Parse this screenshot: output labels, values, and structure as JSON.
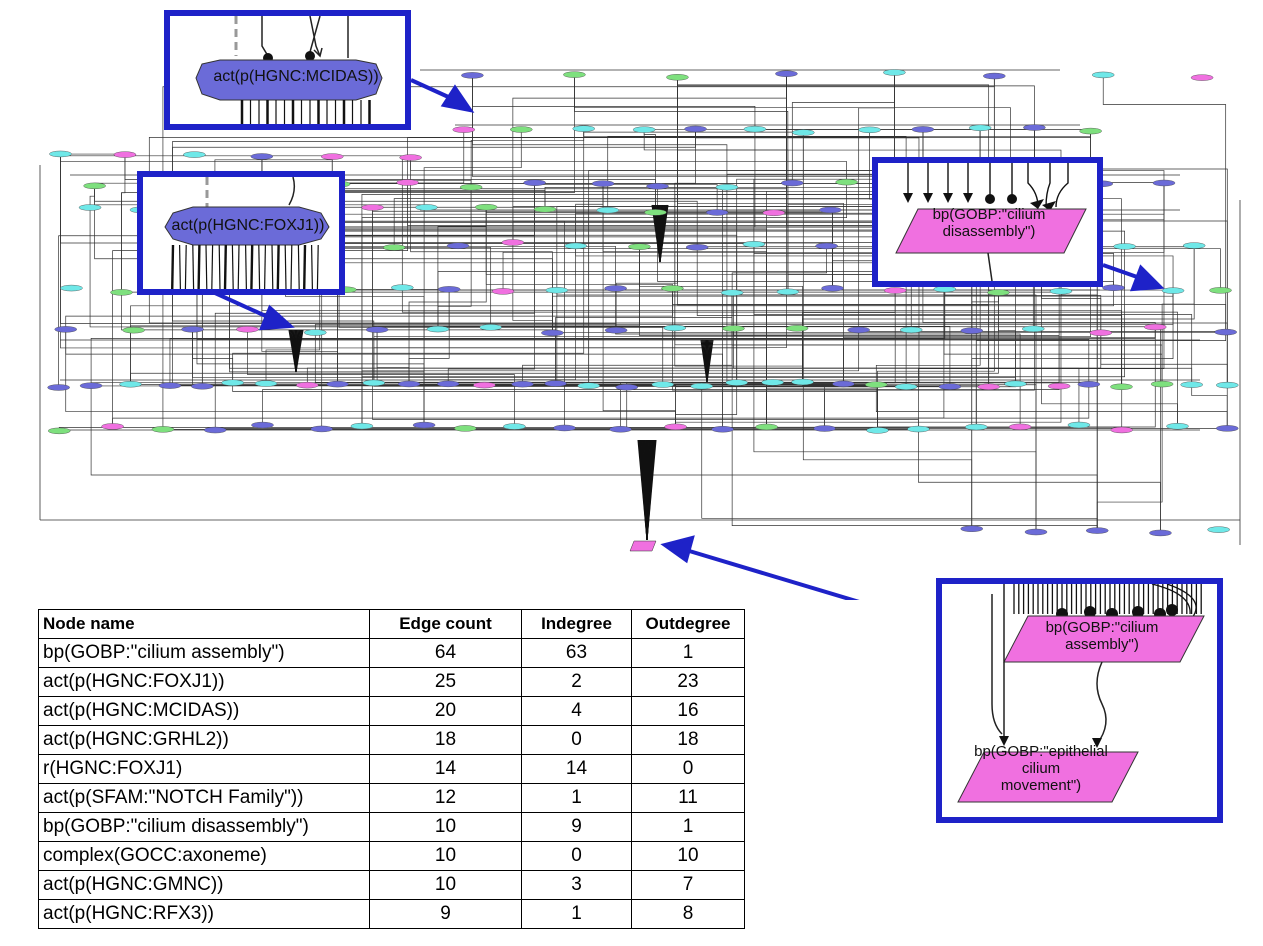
{
  "network": {
    "colors": {
      "protein": "#6b6bd8",
      "rna": "#6fe8e8",
      "complex": "#7ee07e",
      "process": "#f070e0",
      "edge": "#333333",
      "callout": "#1e22c8"
    }
  },
  "callouts": {
    "mcidas": {
      "label": "act(p(HGNC:MCIDAS))"
    },
    "foxj1": {
      "label": "act(p(HGNC:FOXJ1))"
    },
    "cilium_disassembly": {
      "label_line1": "bp(GOBP:\"cilium",
      "label_line2": "disassembly\")"
    },
    "cilium_assembly": {
      "label_line1": "bp(GOBP:\"cilium",
      "label_line2": "assembly\")",
      "target_line1": "bp(GOBP:\"epithelial",
      "target_line2": "cilium",
      "target_line3": "movement\")"
    }
  },
  "table": {
    "headers": [
      "Node name",
      "Edge count",
      "Indegree",
      "Outdegree"
    ],
    "rows": [
      [
        "bp(GOBP:\"cilium assembly\")",
        "64",
        "63",
        "1"
      ],
      [
        "act(p(HGNC:FOXJ1))",
        "25",
        "2",
        "23"
      ],
      [
        "act(p(HGNC:MCIDAS))",
        "20",
        "4",
        "16"
      ],
      [
        "act(p(HGNC:GRHL2))",
        "18",
        "0",
        "18"
      ],
      [
        "r(HGNC:FOXJ1)",
        "14",
        "14",
        "0"
      ],
      [
        "act(p(SFAM:\"NOTCH Family\"))",
        "12",
        "1",
        "11"
      ],
      [
        "bp(GOBP:\"cilium disassembly\")",
        "10",
        "9",
        "1"
      ],
      [
        "complex(GOCC:axoneme)",
        "10",
        "0",
        "10"
      ],
      [
        "act(p(HGNC:GMNC))",
        "10",
        "3",
        "7"
      ],
      [
        "act(p(HGNC:RFX3))",
        "9",
        "1",
        "8"
      ]
    ]
  }
}
